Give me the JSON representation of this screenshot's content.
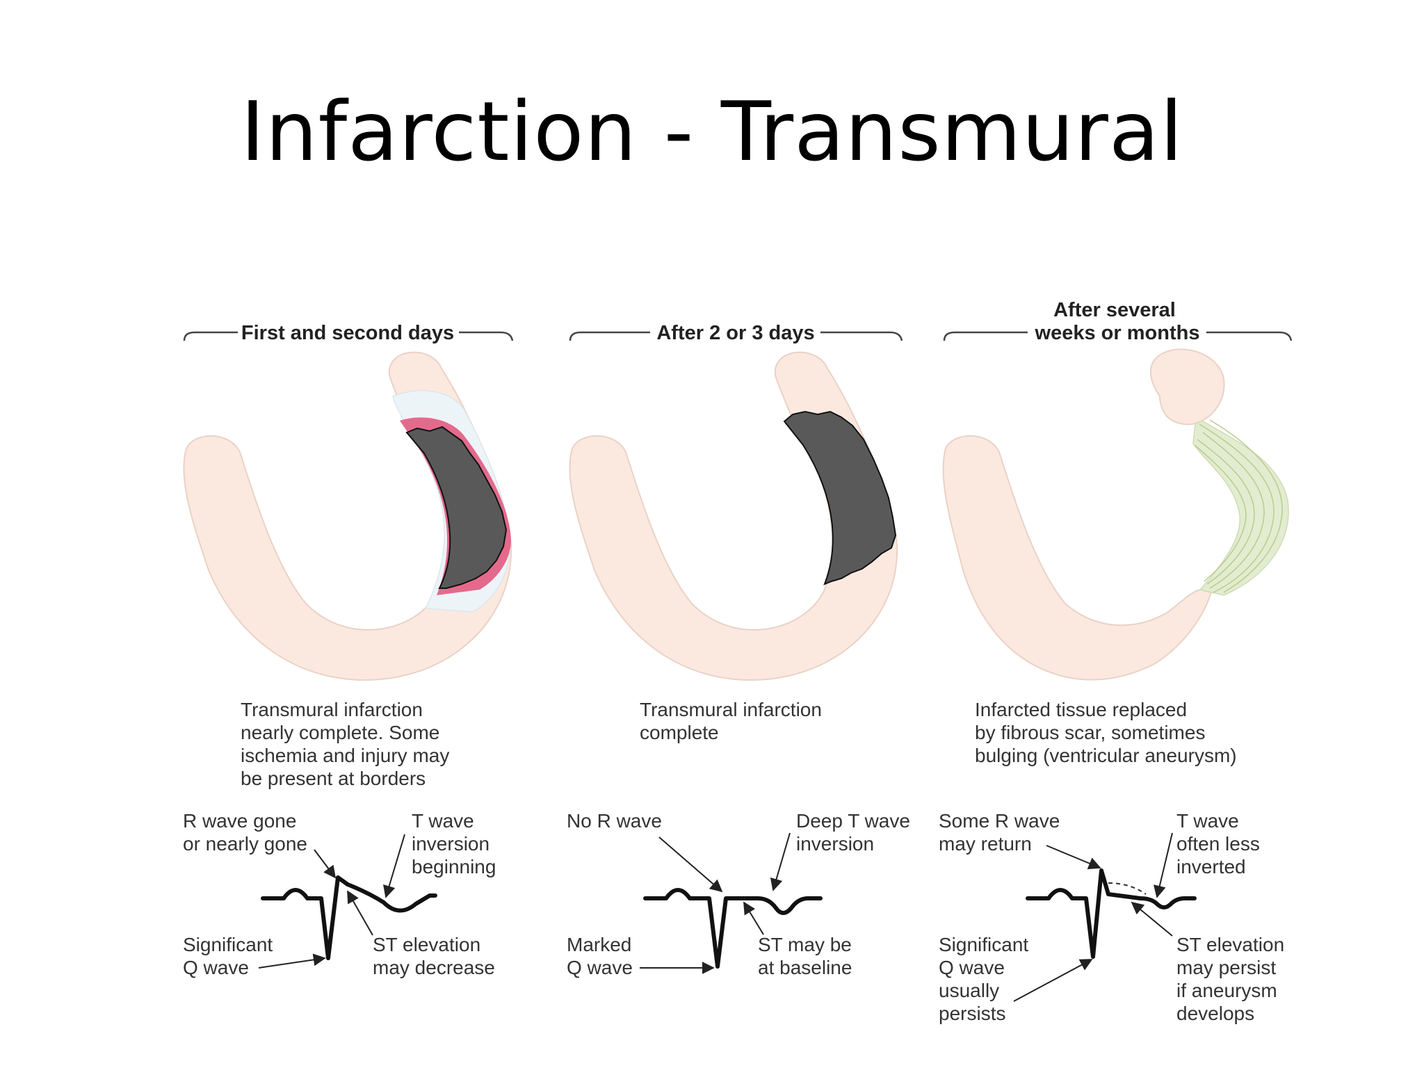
{
  "slide": {
    "title": "Infarction - Transmural"
  },
  "colors": {
    "tissue": "#fbe9e0",
    "tissue_outline": "#e9d2c6",
    "infarct": "#595959",
    "injury": "#e46a8c",
    "ischemia": "#edf4f8",
    "scar": "#e3ecd0",
    "scar_fiber": "#b8cc8e"
  },
  "panels": [
    {
      "header_lines": [
        "First and second days"
      ],
      "caption_lines": [
        "Transmural infarction",
        "nearly complete.  Some",
        "ischemia and injury may",
        "be present at borders"
      ],
      "labels": {
        "r_wave": [
          "R wave gone",
          "or nearly gone"
        ],
        "t_wave": [
          "T wave",
          "inversion",
          "beginning"
        ],
        "q_wave": [
          "Significant",
          "Q wave"
        ],
        "st": [
          "ST elevation",
          "may decrease"
        ]
      }
    },
    {
      "header_lines": [
        "After 2 or 3 days"
      ],
      "caption_lines": [
        "Transmural infarction",
        "complete"
      ],
      "labels": {
        "r_wave": [
          "No R wave"
        ],
        "t_wave": [
          "Deep T wave",
          "inversion"
        ],
        "q_wave": [
          "Marked",
          "Q wave"
        ],
        "st": [
          "ST may be",
          "at baseline"
        ]
      }
    },
    {
      "header_lines": [
        "After several",
        "weeks or months"
      ],
      "caption_lines": [
        "Infarcted tissue replaced",
        "by fibrous scar, sometimes",
        "bulging (ventricular aneurysm)"
      ],
      "labels": {
        "r_wave": [
          "Some R wave",
          "may return"
        ],
        "t_wave": [
          "T wave",
          "often less",
          "inverted"
        ],
        "q_wave": [
          "Significant",
          "Q wave",
          "usually",
          "persists"
        ],
        "st": [
          "ST elevation",
          "may persist",
          "if aneurysm",
          "develops"
        ]
      }
    }
  ]
}
